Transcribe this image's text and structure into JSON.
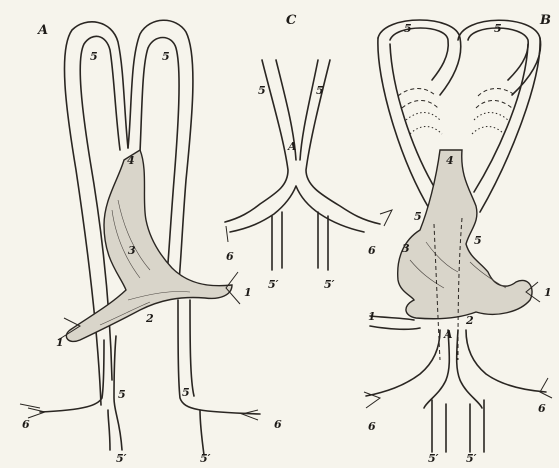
{
  "panels": {
    "a": {
      "title": "A",
      "labels": [
        "5",
        "5",
        "4",
        "3",
        "2",
        "1",
        "1",
        "5",
        "5",
        "6",
        "6",
        "5′",
        "5′"
      ]
    },
    "c": {
      "title": "C",
      "labels": [
        "5",
        "5",
        "A",
        "6",
        "6",
        "5′",
        "5′"
      ]
    },
    "b": {
      "title": "B",
      "labels": [
        "5",
        "5",
        "4",
        "5",
        "5",
        "3",
        "1",
        "1",
        "2",
        "A",
        "6",
        "6",
        "5′",
        "5′"
      ]
    }
  }
}
